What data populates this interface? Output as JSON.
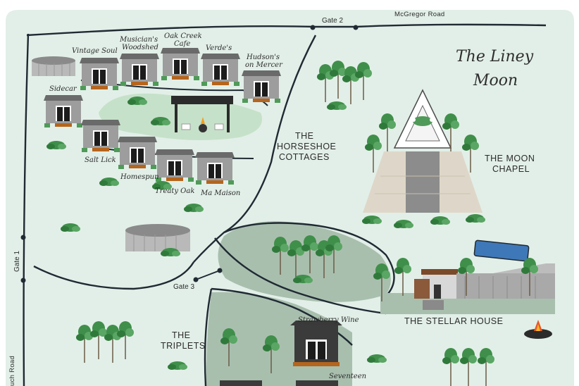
{
  "map": {
    "logo": {
      "line1": "The Liney",
      "line2": "Moon"
    },
    "roads": {
      "mcgregor": "McGregor Road",
      "side": "uch Road"
    },
    "gates": {
      "gate1": "Gate 1",
      "gate2": "Gate 2",
      "gate3": "Gate 3"
    },
    "cabins": {
      "vintage_soul": "Vintage Soul",
      "musicians_woodshed_1": "Musician's",
      "musicians_woodshed_2": "Woodshed",
      "oak_creek_1": "Oak Creek",
      "oak_creek_2": "Cafe",
      "verdes": "Verde's",
      "hudsons_1": "Hudson's",
      "hudsons_2": "on Mercer",
      "sidecar": "Sidecar",
      "salt_lick": "Salt Lick",
      "homespun": "Homespun",
      "treaty_oak": "Treaty Oak",
      "ma_maison": "Ma Maison",
      "strawberry_wine": "Strawberry Wine",
      "seventeen": "Seventeen"
    },
    "areas": {
      "horseshoe_1": "THE",
      "horseshoe_2": "HORSESHOE",
      "horseshoe_3": "COTTAGES",
      "chapel_1": "THE MOON",
      "chapel_2": "CHAPEL",
      "stellar": "THE STELLAR HOUSE",
      "triplets_1": "THE",
      "triplets_2": "TRIPLETS"
    },
    "colors": {
      "background": "#e2efe8",
      "road": "#1f2a33",
      "meadow": "#c6e1c9",
      "grove": "#a9bfae",
      "cabin_body": "#9d9d9d",
      "cabin_roof": "#6a6a6a",
      "tree": "#3f8f4a",
      "pool": "#3f78b8"
    }
  }
}
